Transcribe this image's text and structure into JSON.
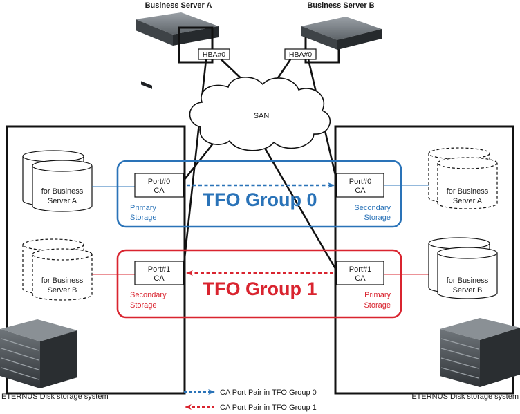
{
  "colors": {
    "group0": "#2a73b8",
    "group1": "#d9242f",
    "line": "#111111"
  },
  "servers": {
    "a": {
      "title": "Business Server A",
      "hba": "HBA#0"
    },
    "b": {
      "title": "Business Server B",
      "hba": "HBA#0"
    }
  },
  "san": {
    "label": "SAN"
  },
  "storage_left": {
    "port0": {
      "port": "Port#0",
      "ca": "CA",
      "role_line1": "Primary",
      "role_line2": "Storage"
    },
    "port1": {
      "port": "Port#1",
      "ca": "CA",
      "role_line1": "Secondary",
      "role_line2": "Storage"
    },
    "volume_a": {
      "line1": "for Business",
      "line2": "Server A"
    },
    "volume_b": {
      "line1": "for Business",
      "line2": "Server B"
    },
    "caption": "ETERNUS Disk storage system"
  },
  "storage_right": {
    "port0": {
      "port": "Port#0",
      "ca": "CA",
      "role_line1": "Secondary",
      "role_line2": "Storage"
    },
    "port1": {
      "port": "Port#1",
      "ca": "CA",
      "role_line1": "Primary",
      "role_line2": "Storage"
    },
    "volume_a": {
      "line1": "for Business",
      "line2": "Server A"
    },
    "volume_b": {
      "line1": "for Business",
      "line2": "Server B"
    },
    "caption": "ETERNUS Disk storage system"
  },
  "groups": {
    "group0": {
      "label": "TFO Group 0"
    },
    "group1": {
      "label": "TFO Group 1"
    }
  },
  "legend": {
    "group0": "CA Port Pair in TFO Group 0",
    "group1": "CA Port Pair in TFO Group 1"
  }
}
